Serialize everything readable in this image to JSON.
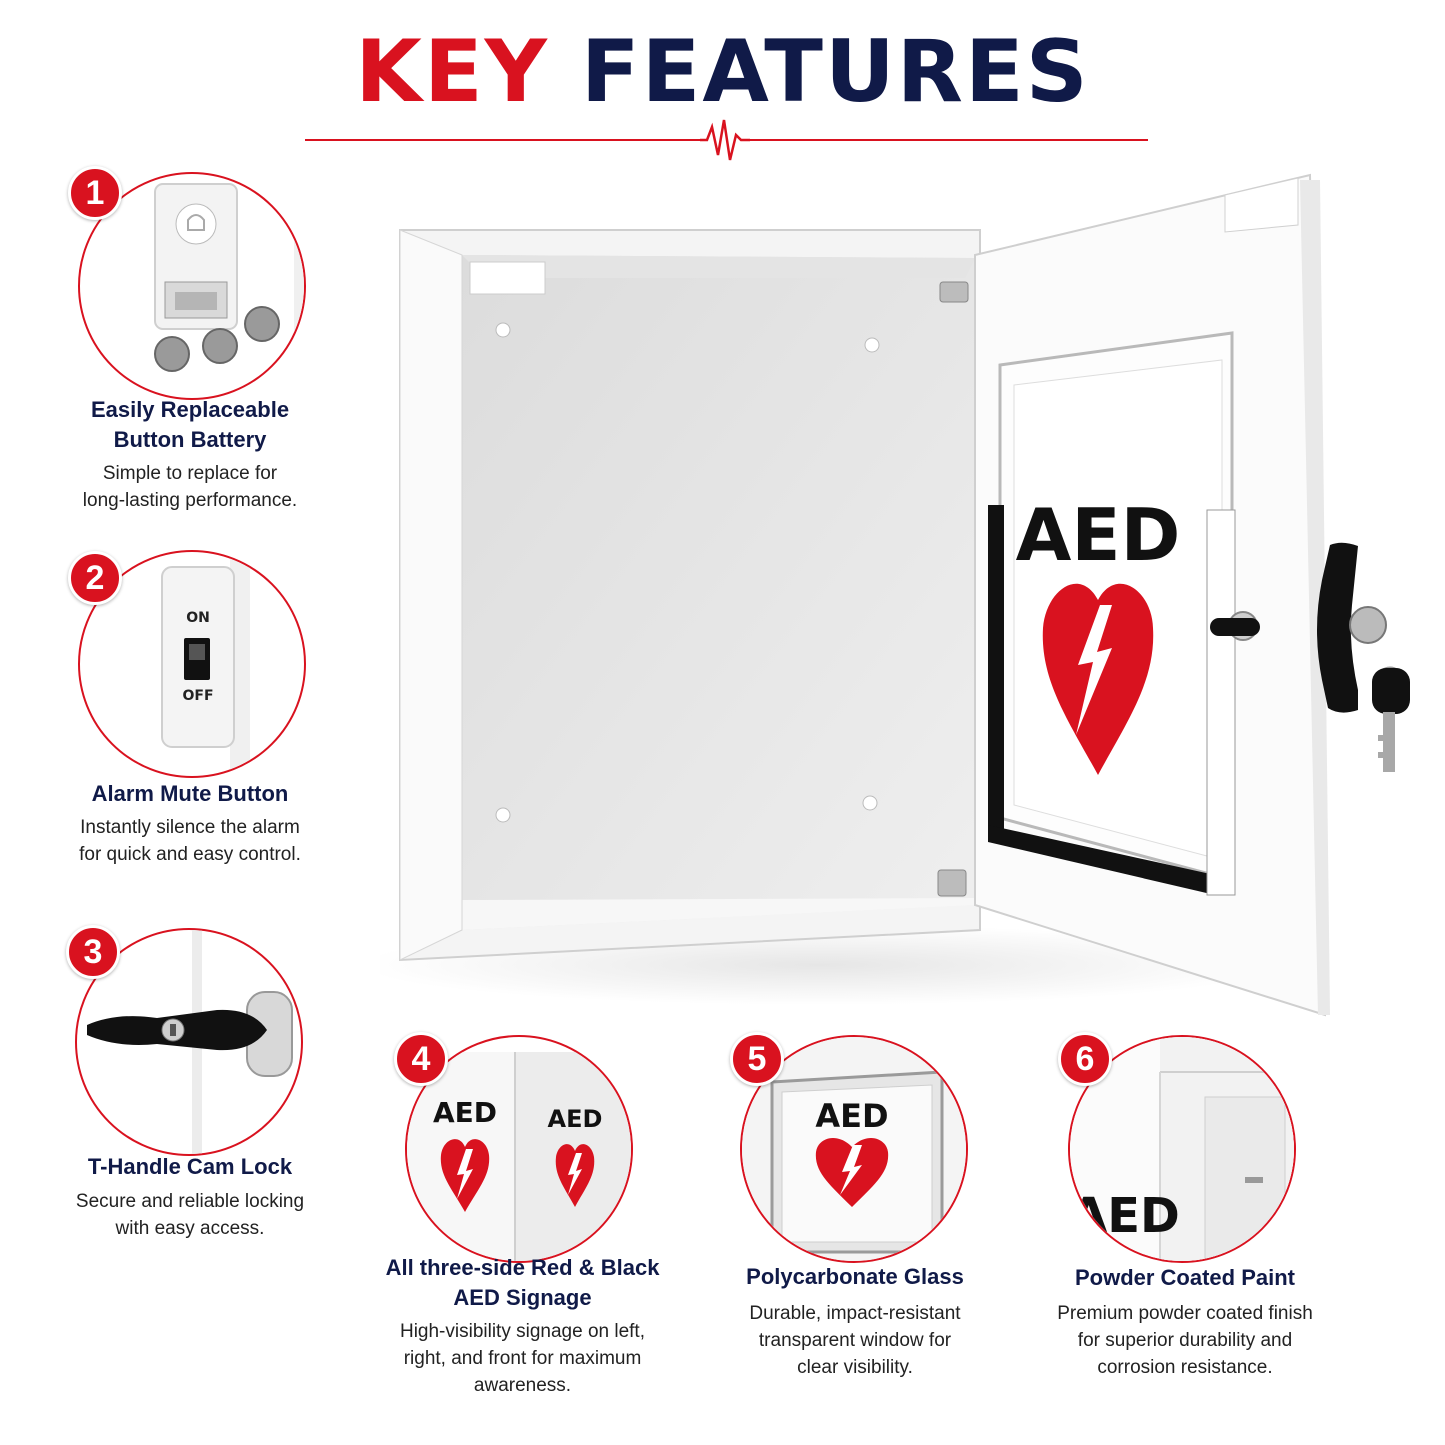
{
  "title": {
    "part1": "KEY",
    "part2": "FEATURES"
  },
  "colors": {
    "accent": "#d9121f",
    "navy": "#101a48"
  },
  "cabinet": {
    "sign_text": "AED"
  },
  "features": [
    {
      "number": "1",
      "title_line1": "Easily Replaceable",
      "title_line2": "Button Battery",
      "desc_line1": "Simple to replace for",
      "desc_line2": "long-lasting performance.",
      "icon": "battery-alarm-icon"
    },
    {
      "number": "2",
      "title_line1": "Alarm Mute Button",
      "desc_line1": "Instantly silence the alarm",
      "desc_line2": "for quick and easy control.",
      "switch_on": "ON",
      "switch_off": "OFF",
      "icon": "switch-icon"
    },
    {
      "number": "3",
      "title_line1": "T-Handle Cam Lock",
      "desc_line1": "Secure and reliable locking",
      "desc_line2": "with easy access.",
      "icon": "t-handle-lock-icon"
    },
    {
      "number": "4",
      "title_line1": "All three-side Red & Black",
      "title_line2": "AED Signage",
      "desc_line1": "High-visibility signage on left,",
      "desc_line2": "right, and front for maximum",
      "desc_line3": "awareness.",
      "sign_text": "AED",
      "icon": "aed-heart-icon"
    },
    {
      "number": "5",
      "title_line1": "Polycarbonate Glass",
      "desc_line1": "Durable, impact-resistant",
      "desc_line2": "transparent window for",
      "desc_line3": "clear visibility.",
      "sign_text": "AED",
      "icon": "aed-heart-icon"
    },
    {
      "number": "6",
      "title_line1": "Powder Coated Paint",
      "desc_line1": "Premium powder coated finish",
      "desc_line2": "for superior durability and",
      "desc_line3": "corrosion resistance.",
      "sign_text": "AED",
      "icon": "cabinet-corner-icon"
    }
  ]
}
